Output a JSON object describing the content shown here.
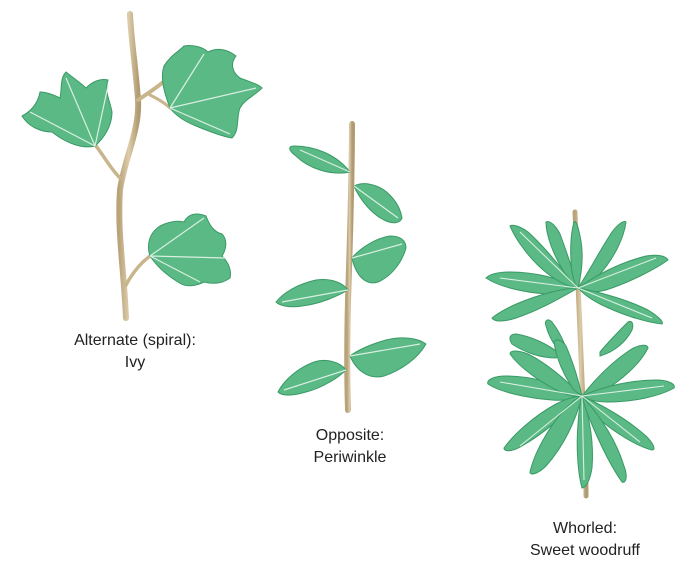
{
  "colors": {
    "leaf": "#5ab985",
    "leaf_light": "#84cfa4",
    "leaf_dark": "#3a9a66",
    "vein": "#d9efe1",
    "stem": "#c9b58c",
    "stem_dark": "#a8946a"
  },
  "captions": [
    {
      "line1": "Alternate (spiral):",
      "line2": "Ivy"
    },
    {
      "line1": "Opposite:",
      "line2": "Periwinkle"
    },
    {
      "line1": "Whorled:",
      "line2": "Sweet woodruff"
    }
  ]
}
